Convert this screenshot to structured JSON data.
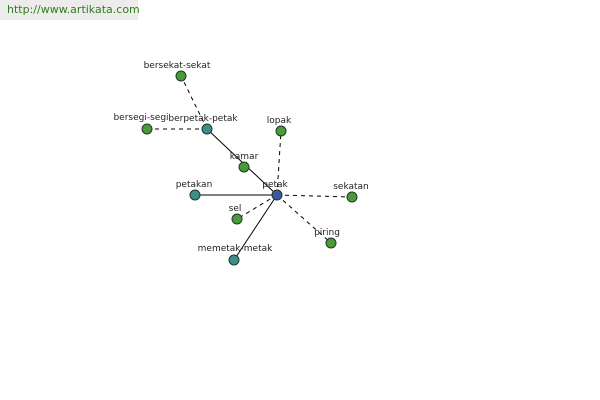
{
  "source": {
    "url_text": "http://www.artikata.com"
  },
  "colors": {
    "center_node": "#3d56a6",
    "teal_node": "#3f8c8c",
    "green_node": "#4a9a3c",
    "node_stroke": "#1f3a1f",
    "edge": "#000000"
  },
  "nodes": [
    {
      "id": "petak",
      "label": "petak",
      "kind": "center"
    },
    {
      "id": "bersekat-sekat",
      "label": "bersekat-sekat",
      "kind": "green"
    },
    {
      "id": "bersegi-segi",
      "label": "bersegi-segi",
      "kind": "green"
    },
    {
      "id": "berpetak-petak",
      "label": "berpetak-petak",
      "kind": "teal"
    },
    {
      "id": "lopak",
      "label": "lopak",
      "kind": "green"
    },
    {
      "id": "kamar",
      "label": "kamar",
      "kind": "green"
    },
    {
      "id": "petakan",
      "label": "petakan",
      "kind": "teal"
    },
    {
      "id": "sekatan",
      "label": "sekatan",
      "kind": "green"
    },
    {
      "id": "sel",
      "label": "sel",
      "kind": "green"
    },
    {
      "id": "piring",
      "label": "piring",
      "kind": "green"
    },
    {
      "id": "memetak-metak",
      "label": "memetak-metak",
      "kind": "teal"
    }
  ],
  "edges": [
    {
      "from": "petak",
      "to": "berpetak-petak",
      "style": "solid"
    },
    {
      "from": "berpetak-petak",
      "to": "bersekat-sekat",
      "style": "dashed"
    },
    {
      "from": "berpetak-petak",
      "to": "bersegi-segi",
      "style": "dashed"
    },
    {
      "from": "petak",
      "to": "lopak",
      "style": "dashed"
    },
    {
      "from": "petak",
      "to": "petakan",
      "style": "solid"
    },
    {
      "from": "petak",
      "to": "sekatan",
      "style": "dashed"
    },
    {
      "from": "petak",
      "to": "sel",
      "style": "dashed"
    },
    {
      "from": "petak",
      "to": "piring",
      "style": "dashed"
    },
    {
      "from": "petak",
      "to": "memetak-metak",
      "style": "solid"
    }
  ]
}
